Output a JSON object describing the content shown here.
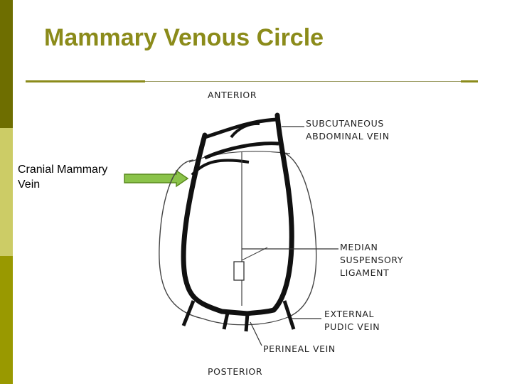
{
  "slide": {
    "title": "Mammary Venous Circle",
    "callout_label_line1": "Cranial Mammary",
    "callout_label_line2": "Vein"
  },
  "diagram": {
    "labels": {
      "anterior": "ANTERIOR",
      "posterior": "POSTERIOR",
      "subcutaneous_line1": "SUBCUTANEOUS",
      "subcutaneous_line2": "ABDOMINAL  VEIN",
      "median_line1": "MEDIAN",
      "median_line2": "SUSPENSORY",
      "median_line3": "LIGAMENT",
      "pudic_line1": "EXTERNAL",
      "pudic_line2": "PUDIC  VEIN",
      "perineal": "PERINEAL  VEIN"
    }
  },
  "colors": {
    "sidebar_dark": "#6e6e00",
    "sidebar_light": "#cccc66",
    "sidebar_olive": "#999900",
    "title": "#8b8b1a",
    "arrow_fill": "#8bc34a",
    "arrow_stroke": "#5a8a1e"
  }
}
